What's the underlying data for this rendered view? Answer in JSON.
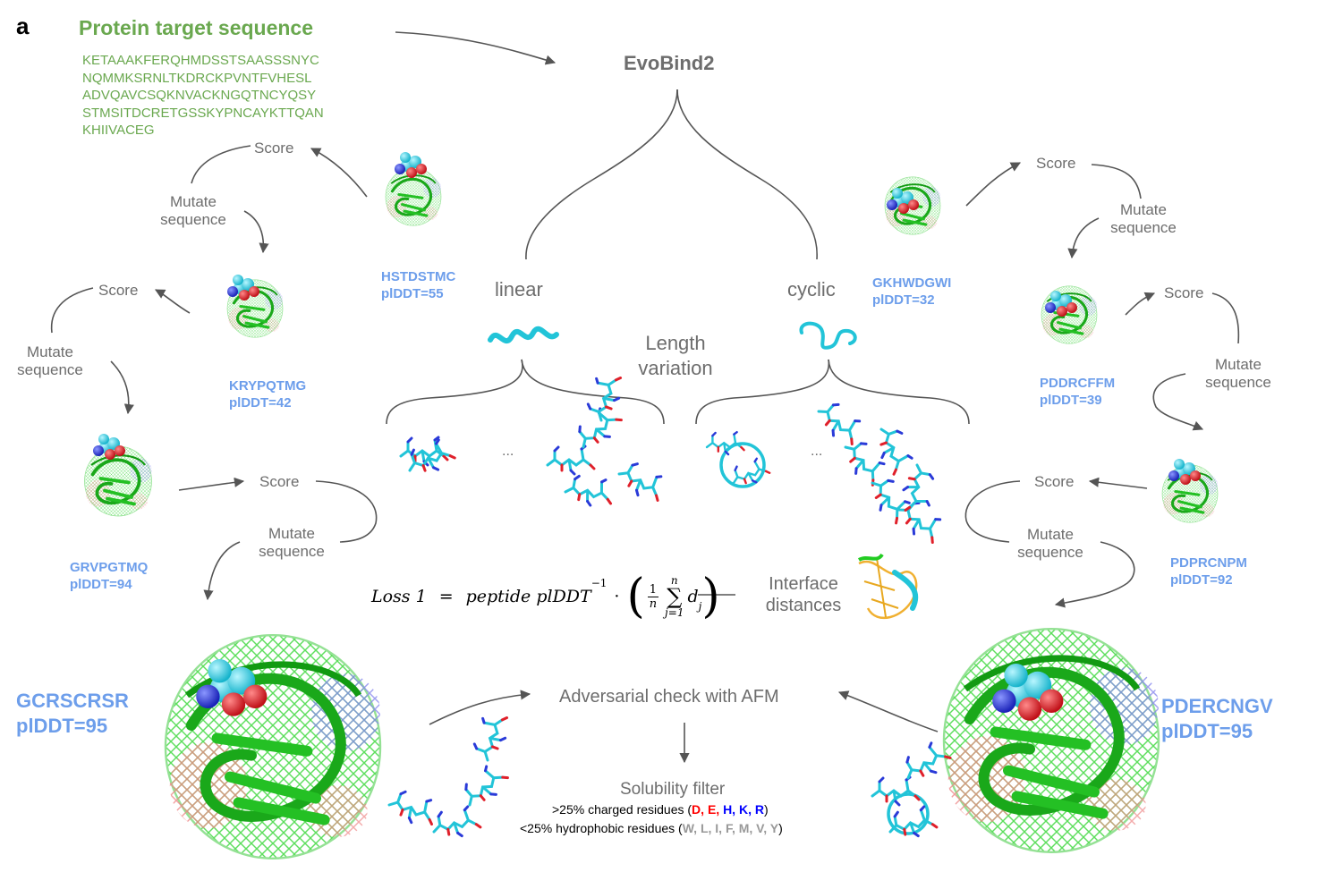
{
  "panel_label": "a",
  "target": {
    "title": "Protein target sequence",
    "sequence_lines": [
      "KETAAAKFERQHMDSSTSAASSSNYC",
      "NQMMKSRNLTKDRCKPVNTFVHESL",
      "ADVQAVCSQKNVACKNGQTNCYQSY",
      "STMSITDCRETGSSKYPNCAYKTTQAN",
      "KHIIVACEG"
    ]
  },
  "method_name": "EvoBind2",
  "branches": {
    "linear": "linear",
    "cyclic": "cyclic"
  },
  "length_variation": [
    "Length",
    "variation"
  ],
  "ellipsis": "...",
  "loop_words": {
    "score": "Score",
    "mutate": [
      "Mutate",
      "sequence"
    ]
  },
  "left_designs": [
    {
      "seq": "HSTDSTMC",
      "plddt": "plDDT=55"
    },
    {
      "seq": "KRYPQTMG",
      "plddt": "plDDT=42"
    },
    {
      "seq": "GRVPGTMQ",
      "plddt": "plDDT=94"
    }
  ],
  "right_designs": [
    {
      "seq": "GKHWDGWI",
      "plddt": "plDDT=32"
    },
    {
      "seq": "PDDRCFFM",
      "plddt": "plDDT=39"
    },
    {
      "seq": "PDPRCNPM",
      "plddt": "plDDT=92"
    }
  ],
  "final_left": {
    "seq": "GCRSCRSR",
    "plddt": "plDDT=95"
  },
  "final_right": {
    "seq": "PDERCNGV",
    "plddt": "plDDT=95"
  },
  "loss": {
    "lhs": "Loss 1",
    "eq": "=",
    "term": "peptide plDDT",
    "sup": "−1",
    "dot": "·",
    "frac_num": "1",
    "frac_den": "n",
    "sum_top": "n",
    "sum_bot": "j=1",
    "summand": "d",
    "sub": "j"
  },
  "interface": [
    "Interface",
    "distances"
  ],
  "adversarial": "Adversarial check with AFM",
  "solubility": {
    "title": "Solubility filter",
    "charged_prefix": ">25% charged residues (",
    "charged_list": [
      {
        "t": "D, ",
        "c": "#ff0000"
      },
      {
        "t": "E, ",
        "c": "#ff0000"
      },
      {
        "t": "H, ",
        "c": "#0000ff"
      },
      {
        "t": "K, ",
        "c": "#0000ff"
      },
      {
        "t": "R",
        "c": "#0000ff"
      }
    ],
    "charged_suffix": ")",
    "hydro_prefix": "<25% hydrophobic residues (",
    "hydro_list": "W, L, I, F, M, V, Y",
    "hydro_suffix": ")"
  },
  "colors": {
    "accent_green": "#6aa84f",
    "accent_blue": "#6d9eeb",
    "text_gray": "#6d6d6d",
    "arrow": "#555555",
    "protein_green": "#22cc22",
    "peptide_cyan": "#22c4d8",
    "atom_red": "#e0202a",
    "atom_blue": "#2a3ad8"
  }
}
